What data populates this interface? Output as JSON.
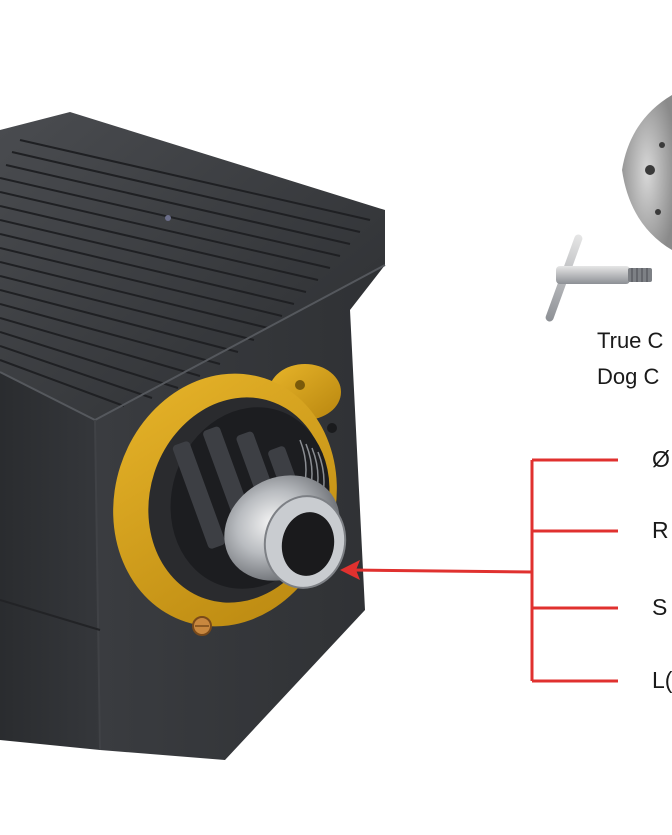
{
  "captions": {
    "line1": "True C",
    "line2": "Dog C"
  },
  "spec_labels": [
    "Ø",
    "R",
    "S",
    "L("
  ],
  "colors": {
    "bracket": "#e0312f",
    "body": "#2f3134",
    "flange": "#d9a31c"
  },
  "icons": {
    "product": "machining-block-with-collet-chuck",
    "tool": "t-handle-key",
    "chuck": "round-chuck-partial"
  }
}
